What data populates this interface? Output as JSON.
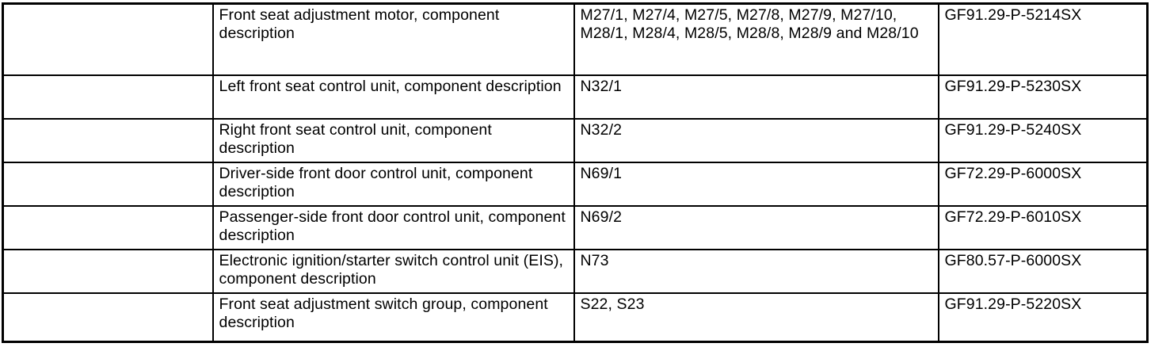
{
  "table": {
    "rows": [
      {
        "blank": "",
        "description": "Front seat adjustment motor, component description",
        "components": "M27/1, M27/4, M27/5, M27/8, M27/9, M27/10, M28/1, M28/4, M28/5, M28/8, M28/9 and M28/10",
        "reference": "GF91.29-P-5214SX"
      },
      {
        "blank": "",
        "description": "Left front seat control unit, component description",
        "components": "N32/1",
        "reference": "GF91.29-P-5230SX"
      },
      {
        "blank": "",
        "description": "Right front seat control unit, component description",
        "components": "N32/2",
        "reference": "GF91.29-P-5240SX"
      },
      {
        "blank": "",
        "description": "Driver-side front door control unit, component description",
        "components": "N69/1",
        "reference": "GF72.29-P-6000SX"
      },
      {
        "blank": "",
        "description": "Passenger-side front door control unit, component description",
        "components": "N69/2",
        "reference": "GF72.29-P-6010SX"
      },
      {
        "blank": "",
        "description": "Electronic ignition/starter switch control unit (EIS), component description",
        "components": "N73",
        "reference": "GF80.57-P-6000SX"
      },
      {
        "blank": "",
        "description": "Front seat adjustment switch group, component description",
        "components": "S22, S23",
        "reference": "GF91.29-P-5220SX"
      }
    ],
    "colors": {
      "border": "#000000",
      "text": "#000000",
      "background": "#ffffff"
    }
  }
}
